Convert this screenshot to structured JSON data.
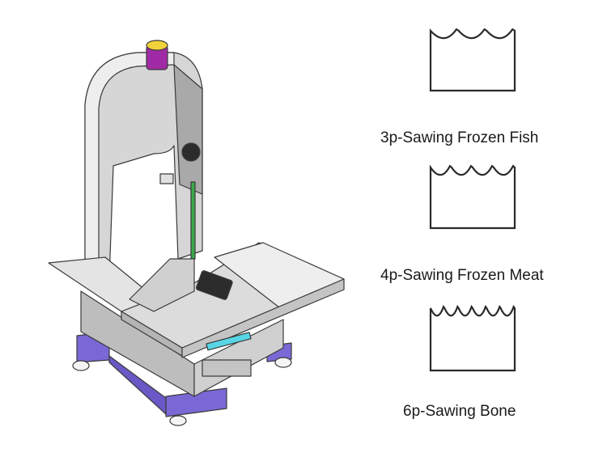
{
  "blades": [
    {
      "label": "3p-Sawing Frozen Fish",
      "teeth": 3
    },
    {
      "label": "4p-Sawing Frozen Meat",
      "teeth": 4
    },
    {
      "label": "6p-Sawing Bone",
      "teeth": 6
    }
  ],
  "colors": {
    "body": "#d6d6d6",
    "body_dark": "#a9a9a9",
    "body_light": "#eeeeee",
    "outline": "#3a3a3a",
    "feet": "#7b68d6",
    "knob": "#a02aa6",
    "knob_cap": "#f2d23a",
    "blade_guide": "#3aa84a",
    "accent_cyan": "#58d6e6"
  }
}
